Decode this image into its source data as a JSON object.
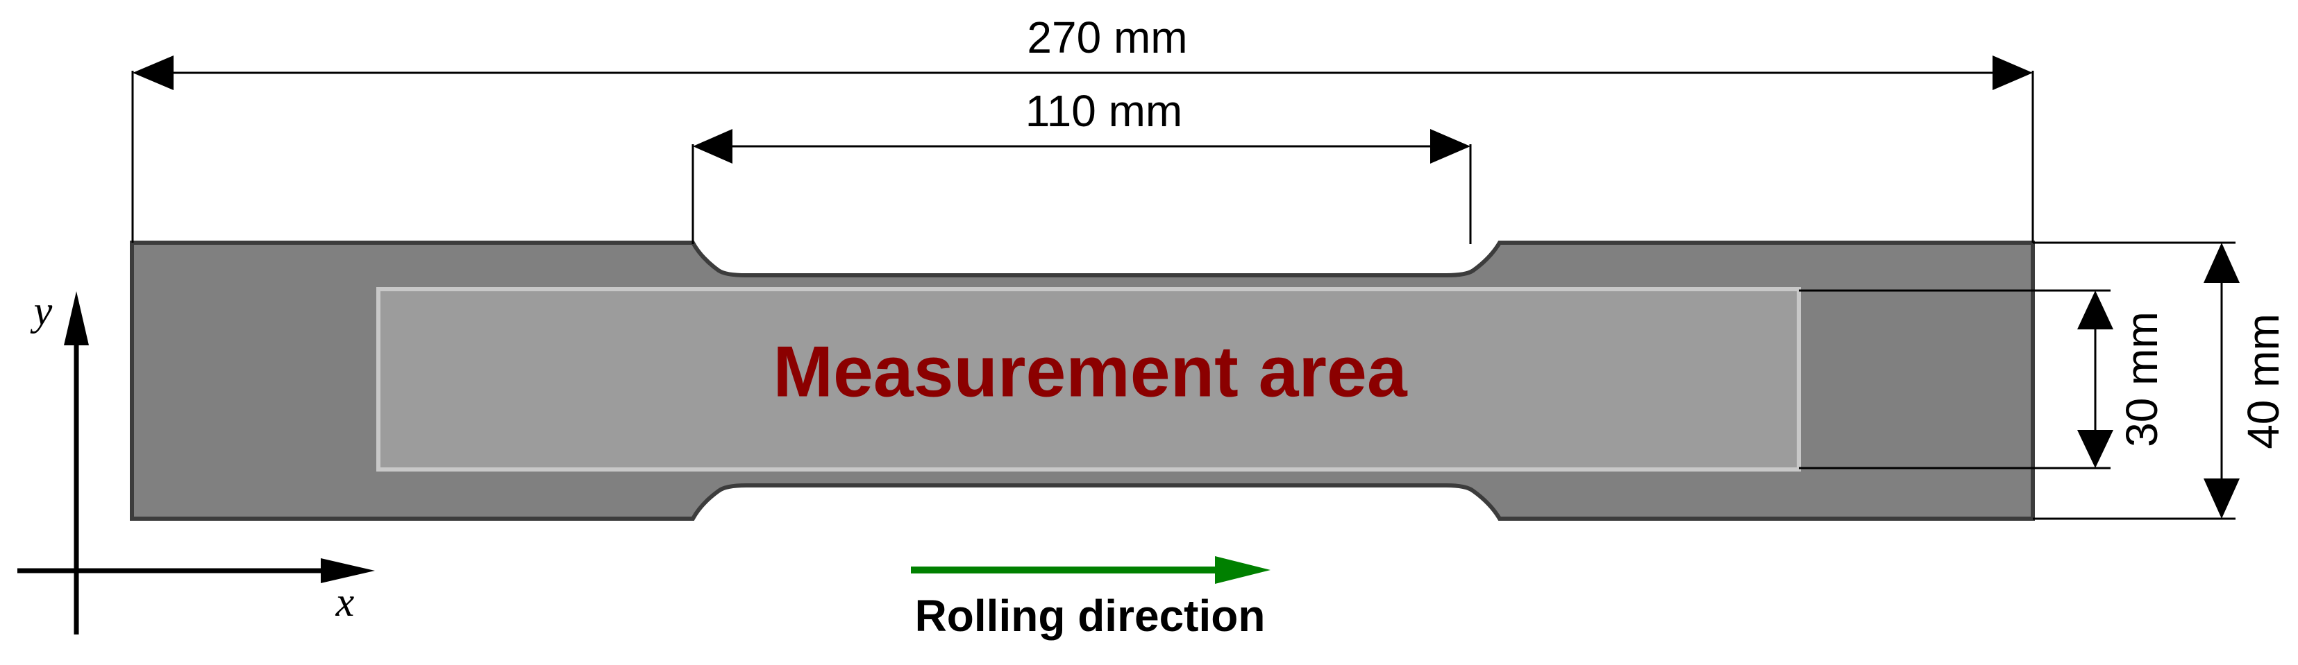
{
  "labels": {
    "overall_length": "270 mm",
    "gauge_length": "110 mm",
    "measurement_width": "30 mm",
    "overall_width": "40 mm",
    "measurement_area": "Measurement area",
    "rolling_direction": "Rolling direction",
    "axis_x": "x",
    "axis_y": "y"
  },
  "colors": {
    "specimen_fill": "#808080",
    "specimen_stroke": "#3c3c3c",
    "measurement_fill": "#9c9c9c",
    "measurement_stroke": "#c8c8c8",
    "measurement_text": "#8b0000",
    "rolling_arrow": "#008000",
    "dimension_lines": "#000000"
  }
}
